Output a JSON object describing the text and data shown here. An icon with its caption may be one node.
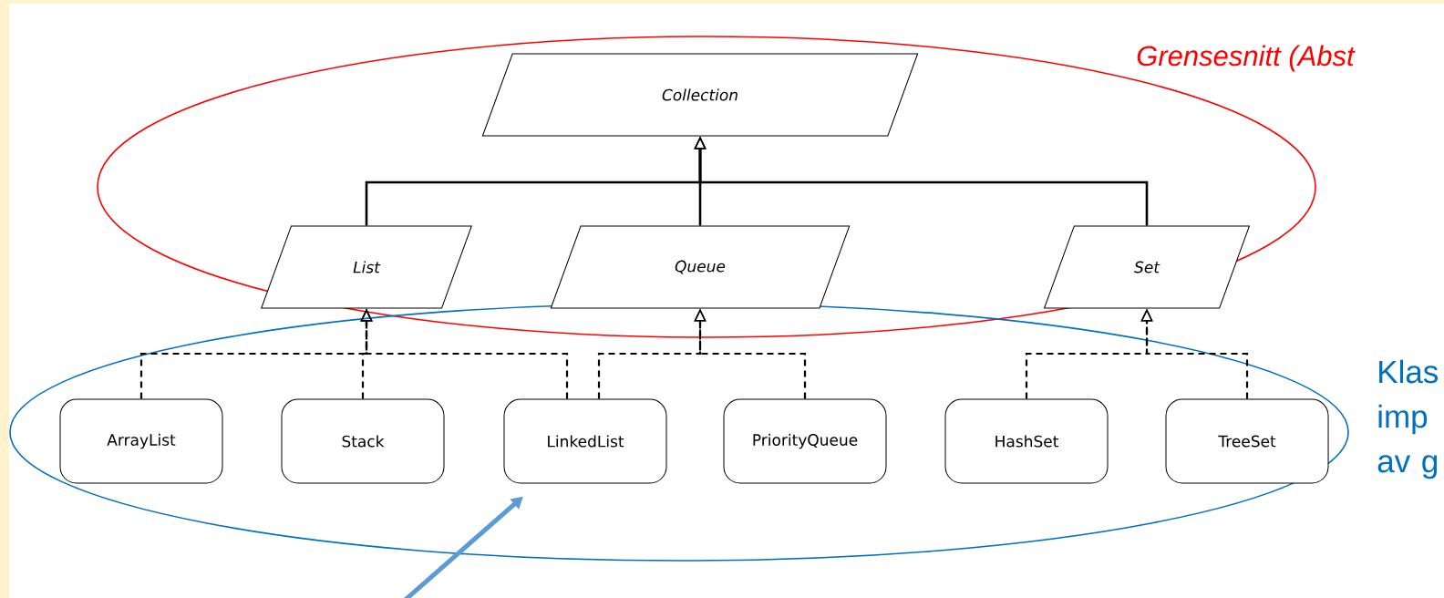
{
  "diagram": {
    "nodes": [
      {
        "text": [
          "Collection"
        ]
      },
      {
        "text": [
          "List"
        ]
      },
      {
        "text": [
          "Queue"
        ]
      },
      {
        "text": [
          "Set"
        ]
      },
      {
        "text": [
          "ArrayList"
        ]
      },
      {
        "text": [
          "Stack"
        ]
      },
      {
        "text": [
          "LinkedList"
        ]
      },
      {
        "text": [
          "PriorityQueue"
        ]
      },
      {
        "text": [
          "HashSet"
        ]
      },
      {
        "text": [
          "TreeSet"
        ]
      }
    ],
    "edges": [
      {
        "from": 1,
        "to": 0,
        "arrow": "to"
      },
      {
        "from": 2,
        "to": 0,
        "arrow": "to"
      },
      {
        "from": 3,
        "to": 0,
        "arrow": "to"
      },
      {
        "from": 4,
        "to": 1,
        "arrow": "to",
        "style": "dashed"
      },
      {
        "from": 5,
        "to": 1,
        "arrow": "to",
        "style": "dashed"
      },
      {
        "from": 6,
        "to": 1,
        "arrow": "to",
        "style": "dashed"
      },
      {
        "from": 6,
        "to": 2,
        "arrow": "to",
        "style": "dashed"
      },
      {
        "from": 7,
        "to": 2,
        "arrow": "to",
        "style": "dashed"
      },
      {
        "from": 8,
        "to": 3,
        "arrow": "to",
        "style": "dashed"
      },
      {
        "from": 9,
        "to": 3,
        "arrow": "to",
        "style": "dashed"
      },
      {
        "from": null,
        "to": 6,
        "arrow": "to",
        "style": "thick",
        "color": "#5b9bd5"
      }
    ],
    "labels": [
      "Grensesnitt (Abst",
      "Klas imp av g"
    ]
  }
}
